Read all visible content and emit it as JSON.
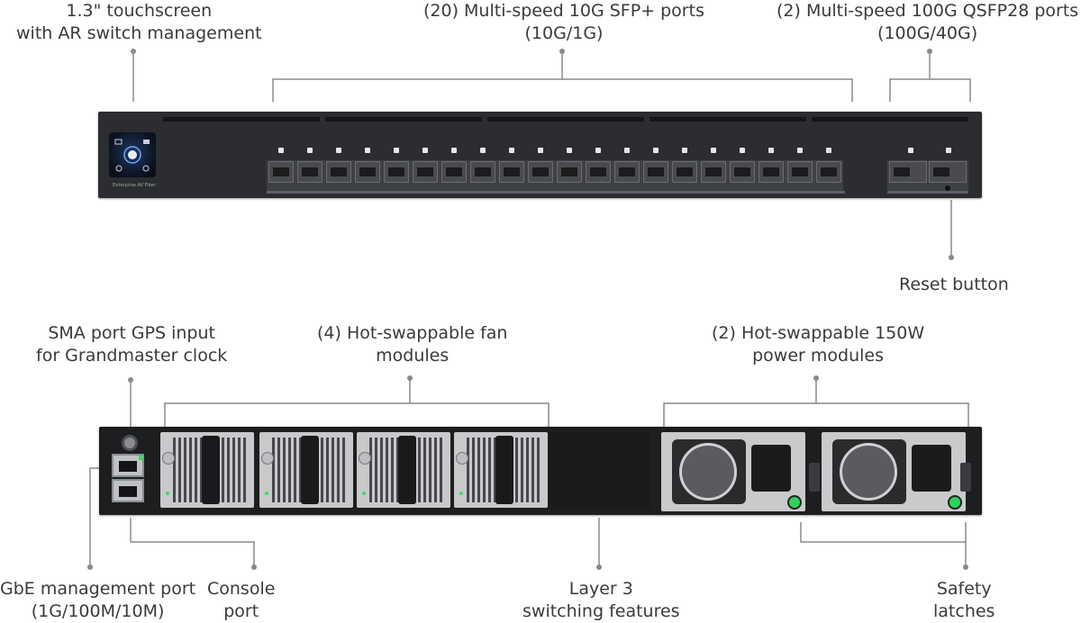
{
  "labels": {
    "touchscreen": [
      "1.3\" touchscreen",
      "with AR switch management"
    ],
    "sfp": [
      "(20) Multi-speed 10G SFP+ ports",
      "(10G/1G)"
    ],
    "qsfp": [
      "(2) Multi-speed 100G QSFP28 ports",
      "(100G/40G)"
    ],
    "reset": [
      "Reset button"
    ],
    "sma": [
      "SMA port GPS input",
      "for Grandmaster clock"
    ],
    "fans": [
      "(4) Hot-swappable fan",
      "modules"
    ],
    "power": [
      "(2) Hot-swappable 150W",
      "power modules"
    ],
    "gbe": [
      "GbE management port",
      "(1G/100M/10M)"
    ],
    "console": [
      "Console",
      "port"
    ],
    "layer3": [
      "Layer 3",
      "switching features"
    ],
    "latches": [
      "Safety",
      "latches"
    ]
  },
  "device": {
    "brand": "Enterprise AV Fiber"
  },
  "colors": {
    "chassis": "#2c2d30",
    "rear_chassis": "#1d1e20",
    "leader": "#8a8a8a",
    "status_led": "#3ddc63"
  }
}
